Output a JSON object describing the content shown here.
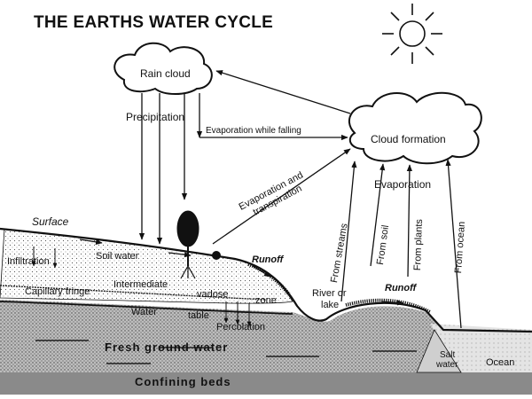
{
  "title": "THE EARTHS WATER CYCLE",
  "labels": {
    "rain_cloud": "Rain cloud",
    "cloud_formation": "Cloud formation",
    "precipitation": "Precipitation",
    "evaporation_falling": "Evaporation while falling",
    "evap_transp_1": "Evaporation and",
    "evap_transp_2": "transpiration",
    "evaporation": "Evaporation",
    "from_streams": "From streams",
    "from_soil": "From soil",
    "from_plants": "From plants",
    "from_ocean": "From ocean",
    "surface": "Surface",
    "soil_water": "Soil water",
    "runoff_1": "Runoff",
    "runoff_2": "Runoff",
    "infiltration": "Infiltration",
    "capillary_fringe": "Capillary fringe",
    "intermediate": "Intermediate",
    "vadose": "vadose",
    "zone": "zone",
    "water_table_1": "Water",
    "water_table_2": "table",
    "percolation": "Percolation",
    "river_1": "River or",
    "river_2": "lake",
    "fresh_ground_water": "Fresh ground water",
    "confining_beds": "Confining beds",
    "salt_1": "Salt",
    "salt_2": "water",
    "ocean": "Ocean"
  }
}
